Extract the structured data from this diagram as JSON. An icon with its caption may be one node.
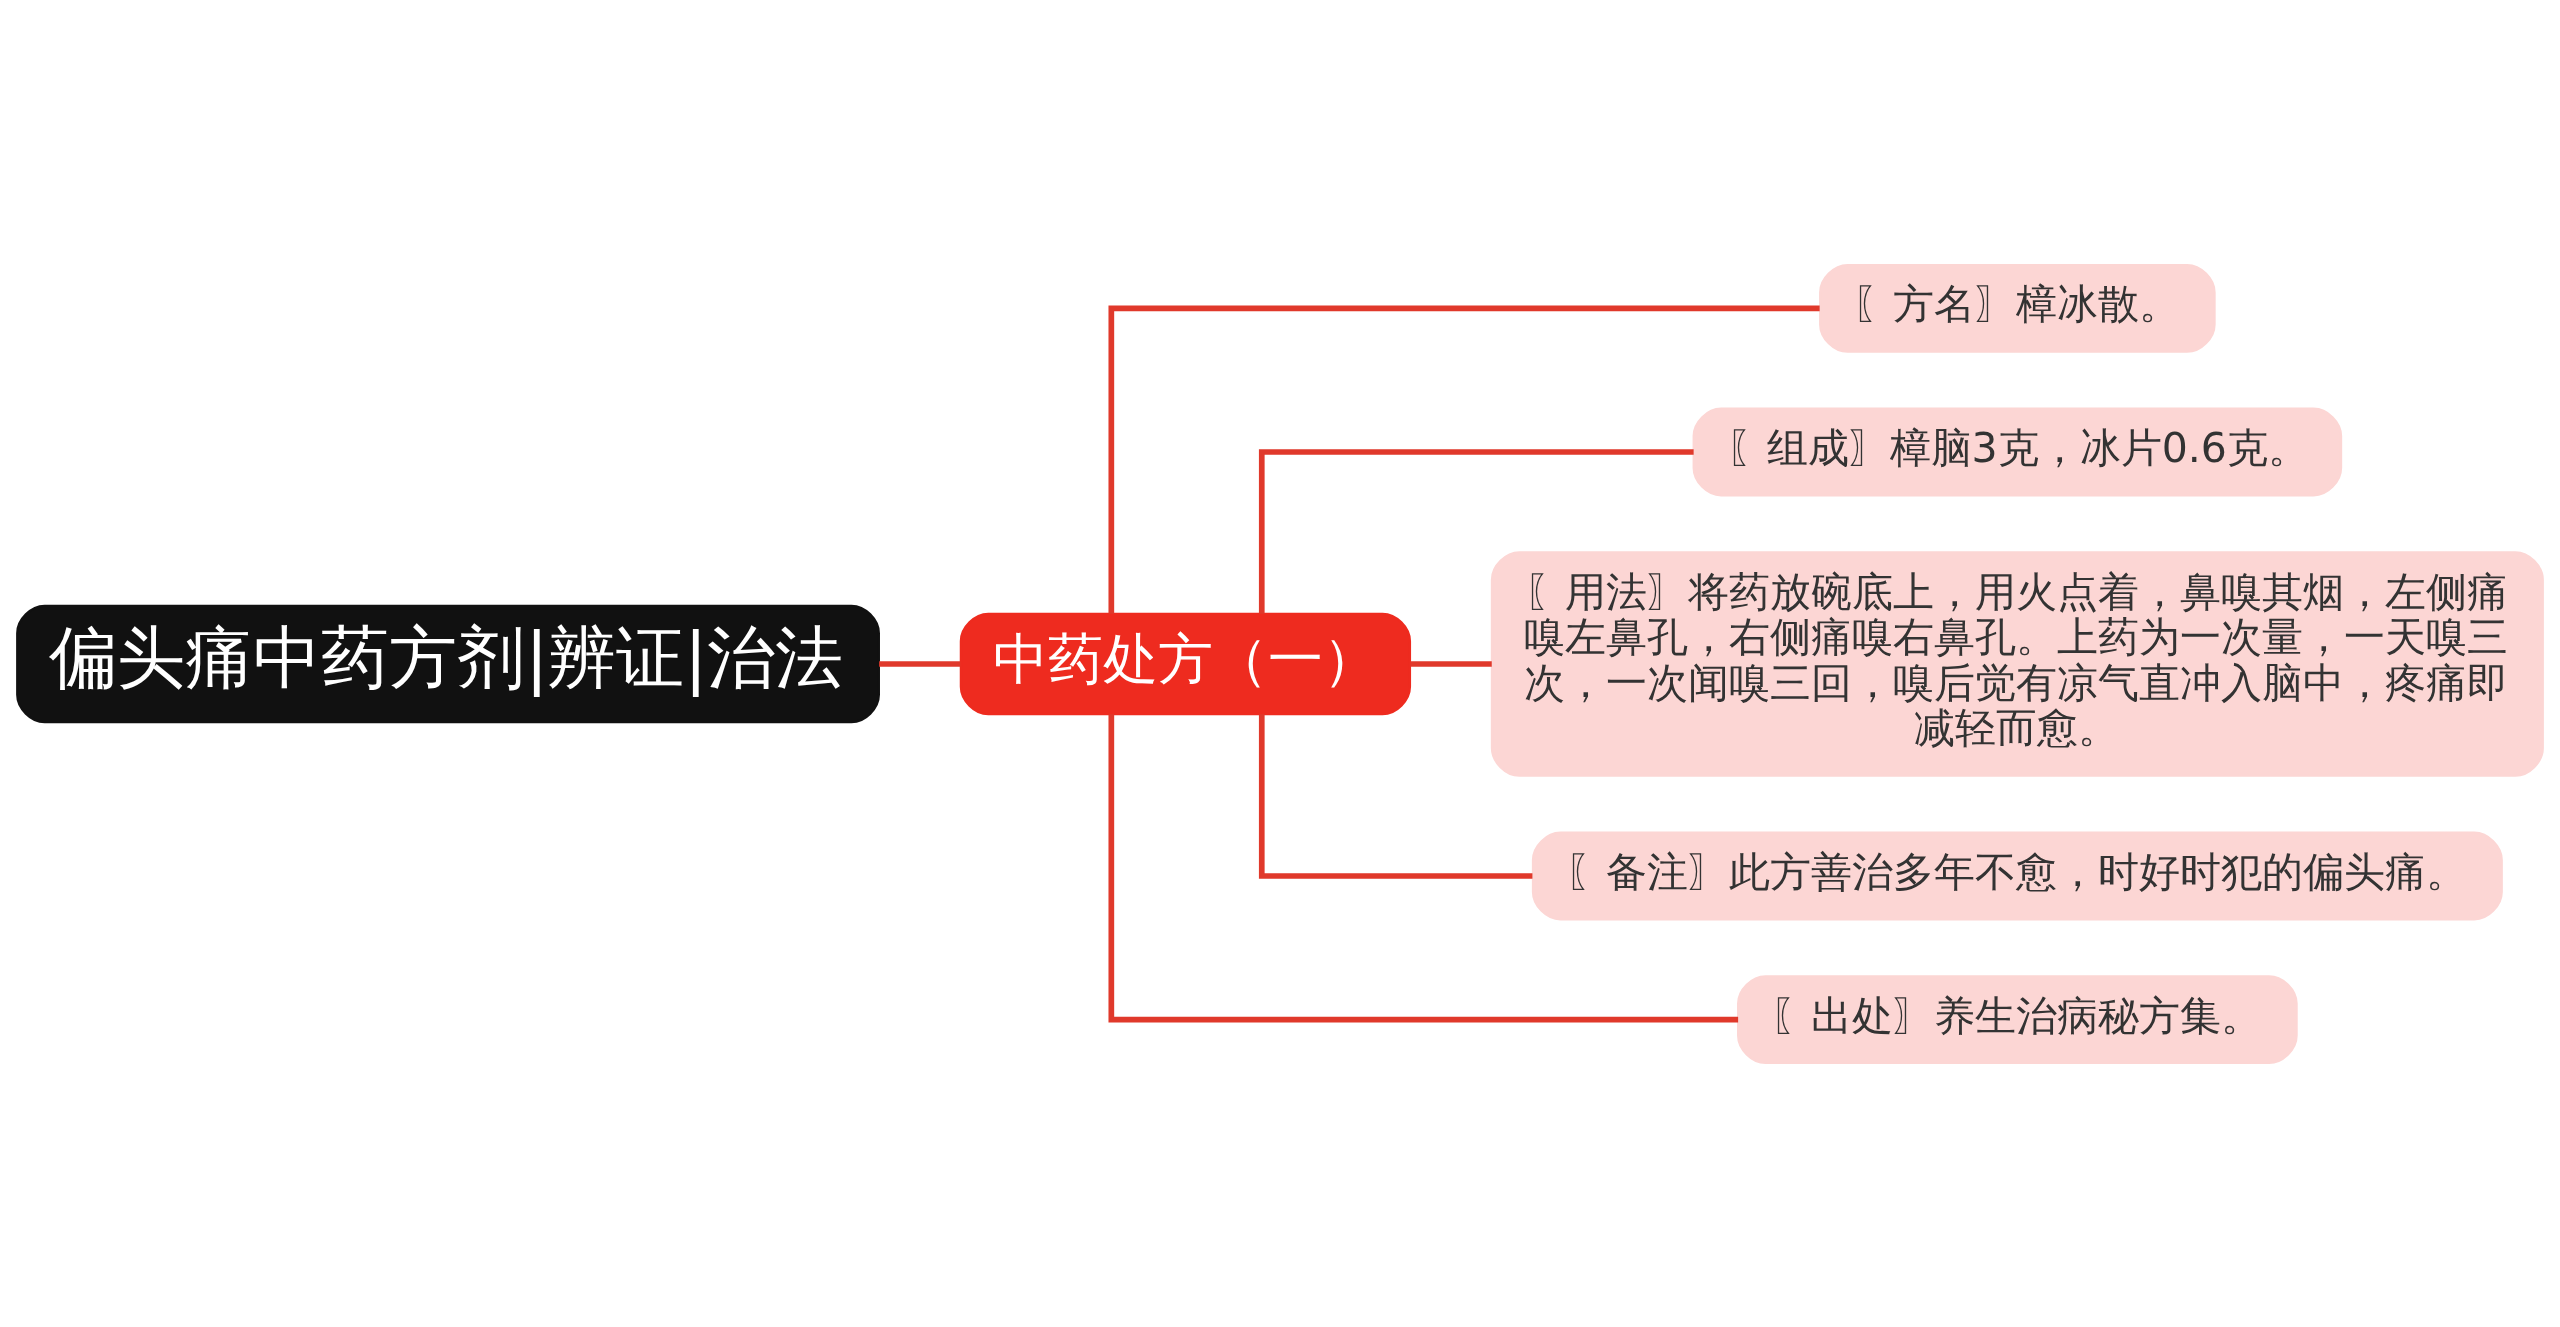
{
  "diagram": {
    "nodes": [
      {
        "text": [
          "偏头痛中药方剂|辨证|治法"
        ]
      },
      {
        "text": [
          "中药处方（一）"
        ]
      },
      {
        "text": [
          "〖方名〗樟冰散。"
        ]
      },
      {
        "text": [
          "〖组成〗樟脑3克，冰片0.6克。"
        ]
      },
      {
        "text": [
          "〖用法〗将药放碗底上，用火点着，鼻嗅其烟，左侧痛嗅左鼻孔，右侧痛嗅右鼻孔。上药为一次量，一天嗅三次，一次闻嗅三回，嗅后觉有凉气直冲入脑中，疼痛即减轻而愈。"
        ]
      },
      {
        "text": [
          "〖备注〗此方善治多年不愈，时好时犯的偏头痛。"
        ]
      },
      {
        "text": [
          "〖出处〗养生治病秘方集。"
        ]
      }
    ],
    "edges": [
      {
        "from": 0,
        "to": 1,
        "arrow": "none"
      },
      {
        "from": 1,
        "to": 2,
        "arrow": "none"
      },
      {
        "from": 1,
        "to": 3,
        "arrow": "none"
      },
      {
        "from": 1,
        "to": 4,
        "arrow": "none"
      },
      {
        "from": 1,
        "to": 5,
        "arrow": "none"
      },
      {
        "from": 1,
        "to": 6,
        "arrow": "none"
      }
    ]
  }
}
